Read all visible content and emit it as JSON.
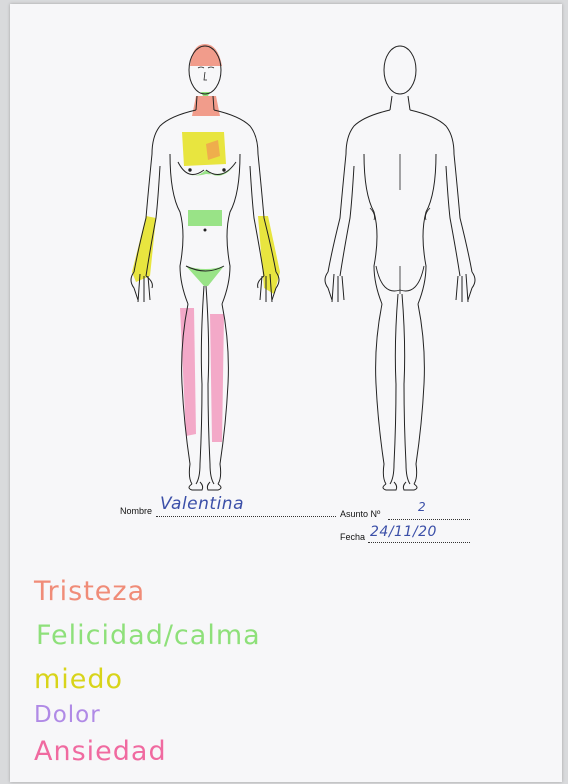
{
  "form": {
    "nombre_label": "Nombre",
    "nombre_value": "Valentina",
    "asunto_label": "Asunto Nº",
    "asunto_value": "2",
    "fecha_label": "Fecha",
    "fecha_value": "24/11/20"
  },
  "legend": [
    {
      "label": "Tristeza",
      "color": "#f08c78"
    },
    {
      "label": "Felicidad/calma",
      "color": "#8ee07a"
    },
    {
      "label": "miedo",
      "color": "#d8d41a"
    },
    {
      "label": "Dolor",
      "color": "#b08ae6"
    },
    {
      "label": "Ansiedad",
      "color": "#f06aa0"
    }
  ]
}
